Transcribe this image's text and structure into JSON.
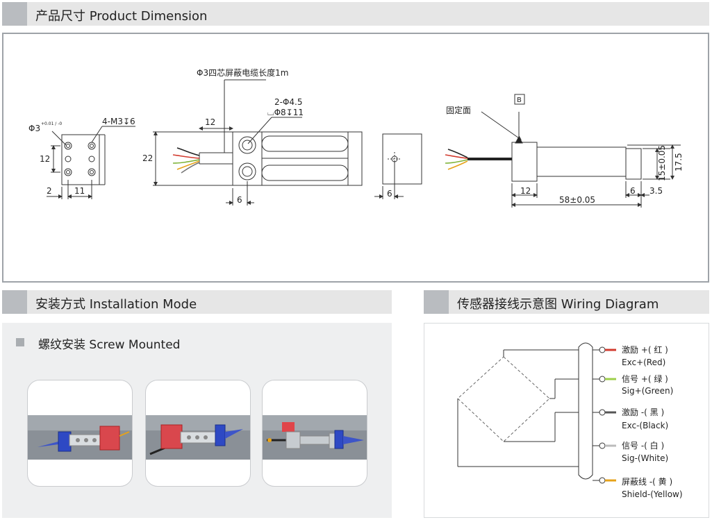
{
  "sections": {
    "dimension": "产品尺寸 Product Dimension",
    "installation": "安装方式 Installation Mode",
    "wiring": "传感器接线示意图  Wiring Diagram"
  },
  "installation": {
    "subtitle": "螺纹安装 Screw Mounted",
    "photos": [
      "mount-view-1",
      "mount-view-2",
      "mount-view-3"
    ]
  },
  "dimension_labels": {
    "hole_dia": "Φ3",
    "hole_tol": "+0.01 / -0",
    "thread": "4-M3↧6",
    "hole_spacing": "12",
    "edge_offset": "2",
    "hole_pitch": "11",
    "cable": "Φ3四芯屏蔽电缆长度1m",
    "cable_exit": "12",
    "height": "22",
    "through_holes": "2-Φ4.5",
    "counterbore": "⌴Φ8↧11",
    "end_offset": "6",
    "end_width": "6",
    "fixed_face": "固定面",
    "datum": "B",
    "fixed_length": "12",
    "total_length": "58±0.05",
    "tip_width": "6",
    "tip_offset": "3.5",
    "body_height": "15±0.05",
    "overall_height": "17.5"
  },
  "wires": [
    {
      "cn": "激励 +( 红 )",
      "en": "Exc+(Red)",
      "color": "#d23a2e"
    },
    {
      "cn": "信号 +( 绿 )",
      "en": "Sig+(Green)",
      "color": "#7fb43a"
    },
    {
      "cn": "激励 -( 黑 )",
      "en": "Exc-(Black)",
      "color": "#333333"
    },
    {
      "cn": "信号 -( 白 )",
      "en": "Sig-(White)",
      "color": "#e8e8e8"
    },
    {
      "cn": "屏蔽线 -( 黄 )",
      "en": "Shield-(Yellow)",
      "color": "#e6a21a"
    }
  ]
}
